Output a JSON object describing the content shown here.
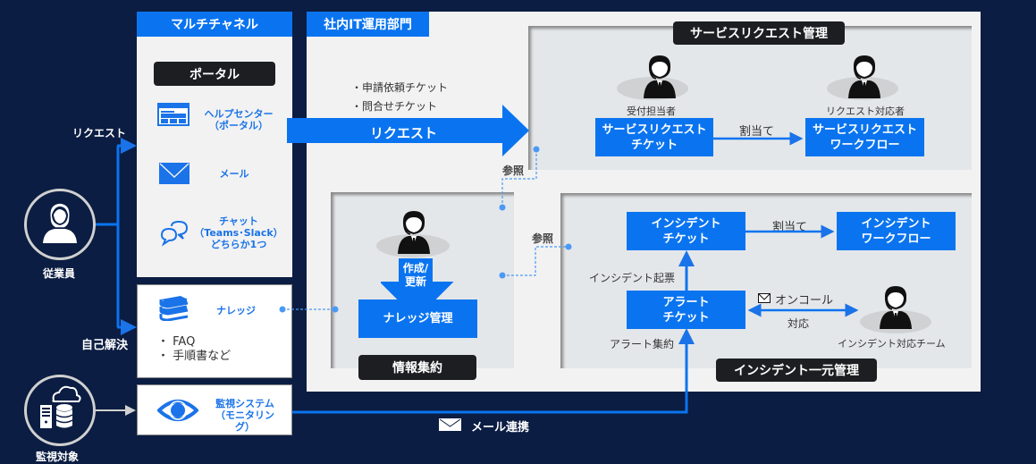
{
  "left": {
    "employee_label": "従業員",
    "monitored_label": "監視対象",
    "request_label": "リクエスト",
    "self_solve_label": "自己解決"
  },
  "multichannel": {
    "title": "マルチチャネル",
    "portal_pill": "ポータル",
    "items": [
      {
        "icon": "browser-icon",
        "label_line1": "ヘルプセンター",
        "label_line2": "（ポータル）"
      },
      {
        "icon": "mail-icon",
        "label_line1": "メール"
      },
      {
        "icon": "chat-bubbles-icon",
        "label_line1": "チャット",
        "label_line2": "（Teams･Slack）",
        "label_line3": "どちらか1つ"
      }
    ]
  },
  "knowledge": {
    "label": "ナレッジ",
    "bullets": [
      "FAQ",
      "手順書など"
    ]
  },
  "monitoring": {
    "label_line1": "監視システム",
    "label_line2": "（モニタリング）"
  },
  "it_dept": {
    "title": "社内IT運用部門",
    "ticket_types": [
      "・申請依頼チケット",
      "・問合せチケット"
    ],
    "request_arrow_label": "リクエスト",
    "reference_label_1": "参照",
    "reference_label_2": "参照"
  },
  "service_request": {
    "title": "サービスリクエスト管理",
    "receptionist_label": "受付担当者",
    "handler_label": "リクエスト対応者",
    "ticket_line1": "サービスリクエスト",
    "ticket_line2": "チケット",
    "workflow_line1": "サービスリクエスト",
    "workflow_line2": "ワークフロー",
    "assign_label": "割当て"
  },
  "info": {
    "title": "情報集約",
    "create_update_line1": "作成/",
    "create_update_line2": "更新",
    "knowledge_mgmt": "ナレッジ管理"
  },
  "incident": {
    "title": "インシデント一元管理",
    "ticket_line1": "インシデント",
    "ticket_line2": "チケット",
    "workflow_line1": "インシデント",
    "workflow_line2": "ワークフロー",
    "assign_label": "割当て",
    "raise_label": "インシデント起票",
    "alert_line1": "アラート",
    "alert_line2": "チケット",
    "alert_aggregate_label": "アラート集約",
    "oncall_label": "オンコール",
    "respond_label": "対応",
    "team_label": "インシデント対応チーム"
  },
  "mail_link_label": "メール連携",
  "colors": {
    "background": "#0b1d42",
    "accent_blue": "#0a74f0",
    "panel": "#f2f2f2",
    "inner_panel": "#e4e7ea",
    "dark_pill": "#1c1e21",
    "connector": "#4a9af5"
  }
}
